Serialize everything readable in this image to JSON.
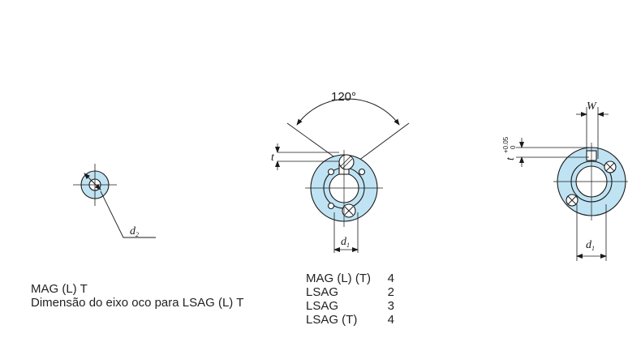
{
  "diagram": {
    "colors": {
      "fill": "#bfe3f3",
      "stroke": "#1a1a1a"
    },
    "left_view": {
      "d2": "d",
      "d2_sub": "2"
    },
    "middle_view": {
      "angle": "120°",
      "t": "t",
      "d1": "d",
      "d1_sub": "1"
    },
    "right_view": {
      "W": "W",
      "t": "t",
      "tol_upper": "+0.05",
      "tol_lower": "0",
      "d1": "d",
      "d1_sub": "1"
    }
  },
  "captions": {
    "hollow_line1": "MAG (L) T",
    "hollow_line2": "Dimensão do eixo oco para LSAG (L) T"
  },
  "table": [
    {
      "model": "MAG (L) (T)",
      "count": "4"
    },
    {
      "model": "LSAG",
      "count": "2"
    },
    {
      "model": "LSAG",
      "count": "3"
    },
    {
      "model": "LSAG (T)",
      "count": "4"
    }
  ]
}
